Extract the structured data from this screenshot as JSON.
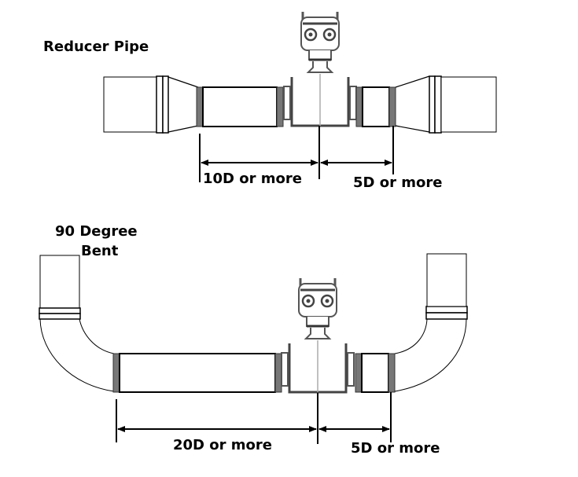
{
  "diagram": {
    "sections": [
      {
        "id": "reducer",
        "title": "Reducer Pipe",
        "upstream_label": "10D or more",
        "downstream_label": "5D or more"
      },
      {
        "id": "bend",
        "title_line1": "90 Degree",
        "title_line2": "Bent",
        "upstream_label": "20D or more",
        "downstream_label": "5D or more"
      }
    ],
    "colors": {
      "line": "#000000",
      "flange": "#777777",
      "meter": "#555555"
    }
  }
}
